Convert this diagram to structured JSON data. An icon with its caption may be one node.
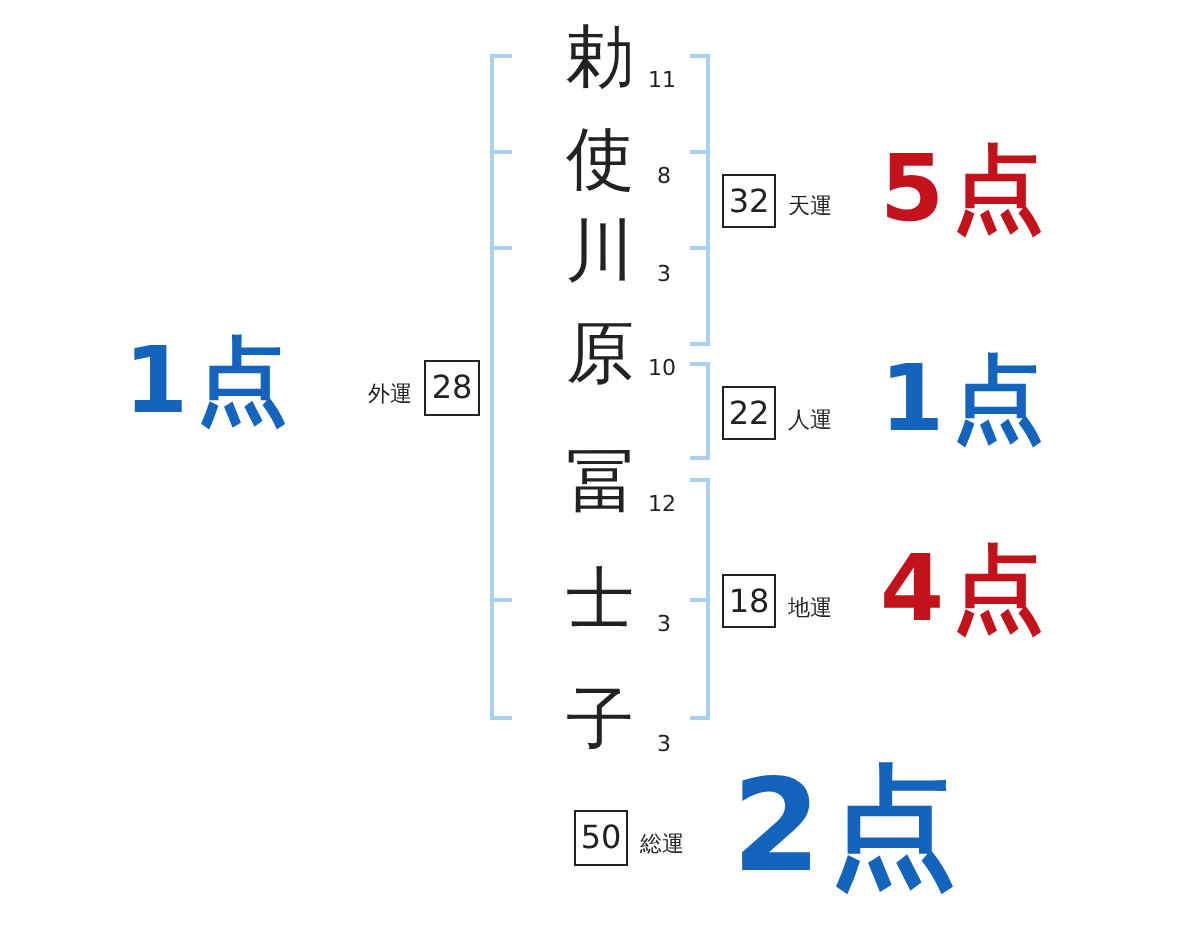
{
  "diagram": {
    "nodes": [
      {
        "text": [
          "32"
        ],
        "beside": [
          "天運",
          "5点"
        ]
      },
      {
        "text": [
          "28"
        ],
        "beside": [
          "外運",
          "1点"
        ]
      },
      {
        "text": [
          "22"
        ],
        "beside": [
          "人運",
          "1点"
        ]
      },
      {
        "text": [
          "18"
        ],
        "beside": [
          "地運",
          "4点"
        ]
      },
      {
        "text": [
          "50"
        ],
        "beside": [
          "総運",
          "2点"
        ]
      }
    ],
    "labels": [
      "勅",
      "11",
      "使",
      "8",
      "川",
      "3",
      "原",
      "10",
      "冨",
      "12",
      "士",
      "3",
      "子",
      "3"
    ]
  }
}
